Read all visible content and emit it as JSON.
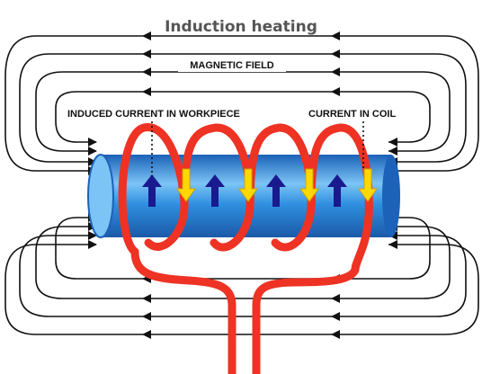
{
  "title": "Induction heating",
  "labels": {
    "magnetic_field": "MAGNETIC FIELD",
    "induced_current": "INDUCED CURRENT IN WORKPIECE",
    "current_in_coil": "CURRENT IN COIL"
  },
  "colors": {
    "coil": "#ee3224",
    "workpiece": "#2f8fe0",
    "workpiece_dark": "#1b62b8",
    "induced_arrow": "#1a1a8f",
    "coil_arrow": "#ffd800",
    "field_lines": "#111111"
  },
  "icons": [
    "arrow-left-icon",
    "arrow-right-icon",
    "arrow-up-icon",
    "arrow-down-icon"
  ]
}
